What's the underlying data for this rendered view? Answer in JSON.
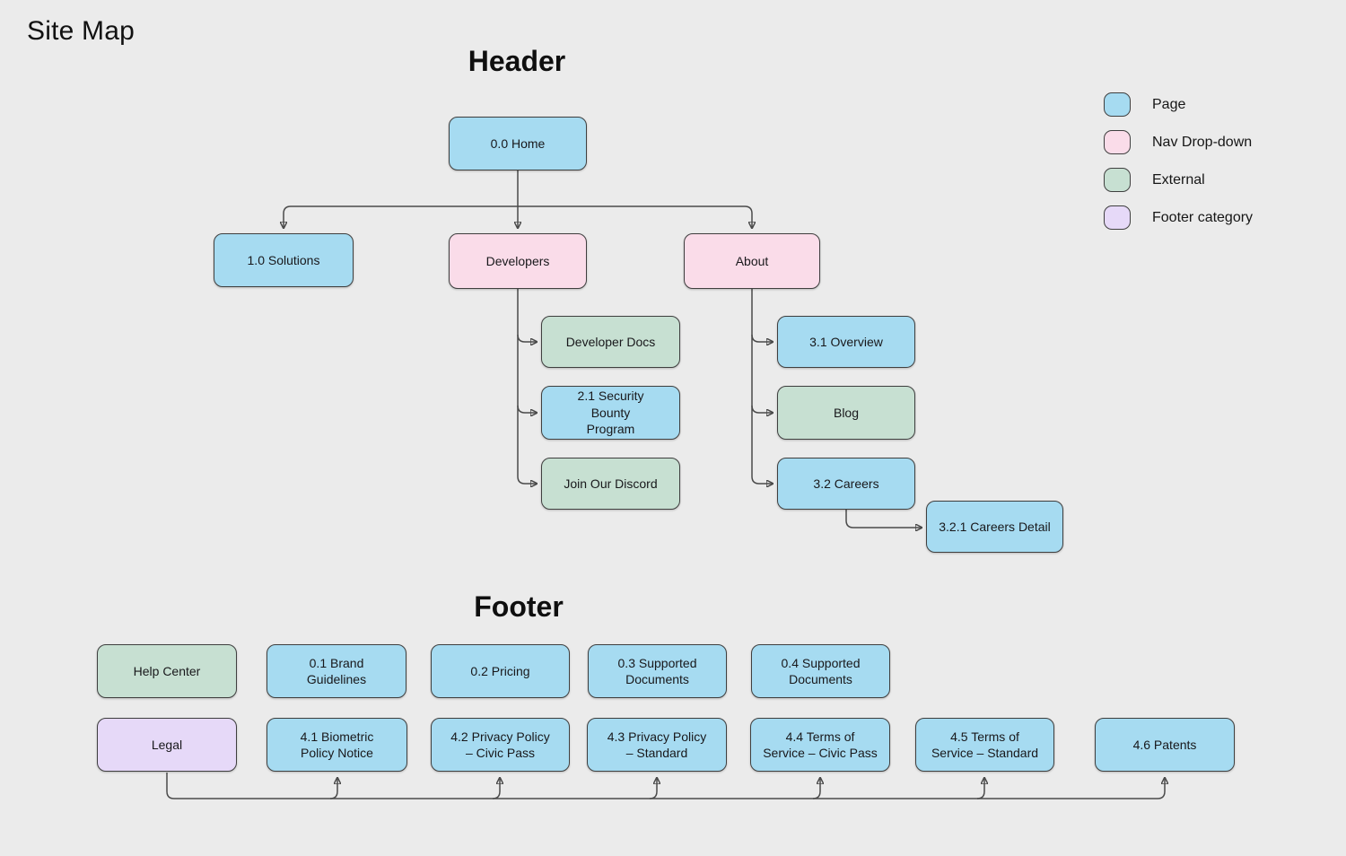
{
  "title": "Site Map",
  "header_section": {
    "title": "Header"
  },
  "footer_section": {
    "title": "Footer"
  },
  "legend": {
    "items": [
      {
        "label": "Page",
        "color": "#a6dbf1"
      },
      {
        "label": "Nav Drop-down",
        "color": "#fadce9"
      },
      {
        "label": "External",
        "color": "#c7e0d2"
      },
      {
        "label": "Footer category",
        "color": "#e6d9f8"
      }
    ]
  },
  "colors": {
    "background": "#ebebeb",
    "page": "#a6dbf1",
    "nav_dropdown": "#fadce9",
    "external": "#c7e0d2",
    "footer_category": "#e6d9f8",
    "stroke": "#3f3f3f"
  },
  "nodes": {
    "home": {
      "label": "0.0 Home",
      "type": "Page"
    },
    "solutions": {
      "label": "1.0 Solutions",
      "type": "Page"
    },
    "developers": {
      "label": "Developers",
      "type": "Nav Drop-down"
    },
    "about": {
      "label": "About",
      "type": "Nav Drop-down"
    },
    "developer_docs": {
      "label": "Developer Docs",
      "type": "External"
    },
    "security_bounty": {
      "label": "2.1 Security\nBounty\nProgram",
      "type": "Page"
    },
    "join_discord": {
      "label": "Join Our Discord",
      "type": "External"
    },
    "overview": {
      "label": "3.1 Overview",
      "type": "Page"
    },
    "blog": {
      "label": "Blog",
      "type": "External"
    },
    "careers": {
      "label": "3.2 Careers",
      "type": "Page"
    },
    "careers_detail": {
      "label": "3.2.1 Careers Detail",
      "type": "Page"
    },
    "help_center": {
      "label": "Help Center",
      "type": "External"
    },
    "brand_guidelines": {
      "label": "0.1 Brand\nGuidelines",
      "type": "Page"
    },
    "pricing": {
      "label": "0.2 Pricing",
      "type": "Page"
    },
    "supported_documents_03": {
      "label": "0.3 Supported\nDocuments",
      "type": "Page"
    },
    "supported_documents_04": {
      "label": "0.4 Supported\nDocuments",
      "type": "Page"
    },
    "legal": {
      "label": "Legal",
      "type": "Footer category"
    },
    "biometric_policy": {
      "label": "4.1 Biometric\nPolicy Notice",
      "type": "Page"
    },
    "privacy_civic": {
      "label": "4.2 Privacy Policy\n– Civic Pass",
      "type": "Page"
    },
    "privacy_standard": {
      "label": "4.3 Privacy Policy\n– Standard",
      "type": "Page"
    },
    "terms_civic": {
      "label": "4.4 Terms of\nService – Civic Pass",
      "type": "Page"
    },
    "terms_standard": {
      "label": "4.5 Terms of\nService – Standard",
      "type": "Page"
    },
    "patents": {
      "label": "4.6 Patents",
      "type": "Page"
    }
  }
}
